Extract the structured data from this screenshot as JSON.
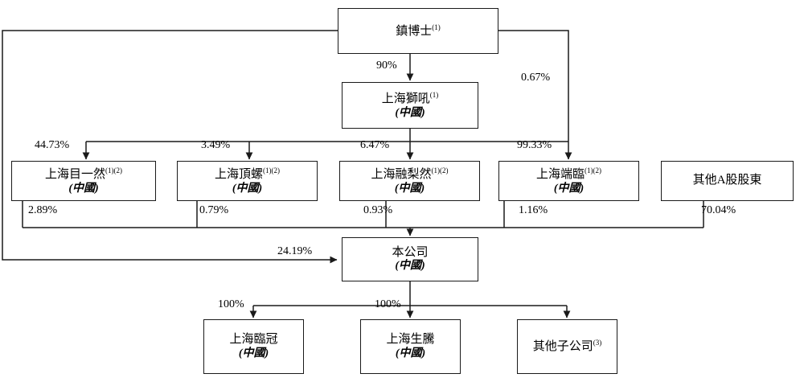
{
  "diagram": {
    "title": "Shareholding structure chart",
    "type": "ownership-structure",
    "country_label": "(中國)",
    "stroke_color": "#1a1a1a",
    "background": "#ffffff"
  },
  "nodes": {
    "chairman": {
      "name": "鎮博士",
      "sup": "(1)",
      "sub": ""
    },
    "shanghai_shihou": {
      "name": "上海獅吼",
      "sup": "(1)",
      "sub": "(中國)"
    },
    "muyiran": {
      "name": "上海目一然",
      "sup": "(1)(2)",
      "sub": "(中國)"
    },
    "dingluo": {
      "name": "上海頂螺",
      "sup": "(1)(2)",
      "sub": "(中國)"
    },
    "rongliran": {
      "name": "上海融梨然",
      "sup": "(1)(2)",
      "sub": "(中國)"
    },
    "duanlin": {
      "name": "上海端臨",
      "sup": "(1)(2)",
      "sub": "(中國)"
    },
    "other_a_shareholders": {
      "name": "其他A股股東",
      "sup": "",
      "sub": ""
    },
    "company": {
      "name": "本公司",
      "sup": "",
      "sub": "(中國)"
    },
    "linguan": {
      "name": "上海臨冠",
      "sup": "",
      "sub": "(中國)"
    },
    "shengteng": {
      "name": "上海生騰",
      "sup": "",
      "sub": "(中國)"
    },
    "other_subs": {
      "name": "其他子公司",
      "sup": "(3)",
      "sub": ""
    }
  },
  "edges": {
    "chairman_to_shihou": "90%",
    "chairman_to_duanlin": "0.67%",
    "shihou_to_muyiran": "44.73%",
    "shihou_to_dingluo": "3.49%",
    "shihou_to_rongliran": "6.47%",
    "shihou_to_duanlin": "99.33%",
    "muyiran_to_company": "2.89%",
    "dingluo_to_company": "0.79%",
    "rongliran_to_company": "0.93%",
    "duanlin_to_company": "1.16%",
    "other_a_to_company": "70.04%",
    "chairman_to_company": "24.19%",
    "company_to_linguan": "100%",
    "company_to_shengteng": "100%"
  }
}
